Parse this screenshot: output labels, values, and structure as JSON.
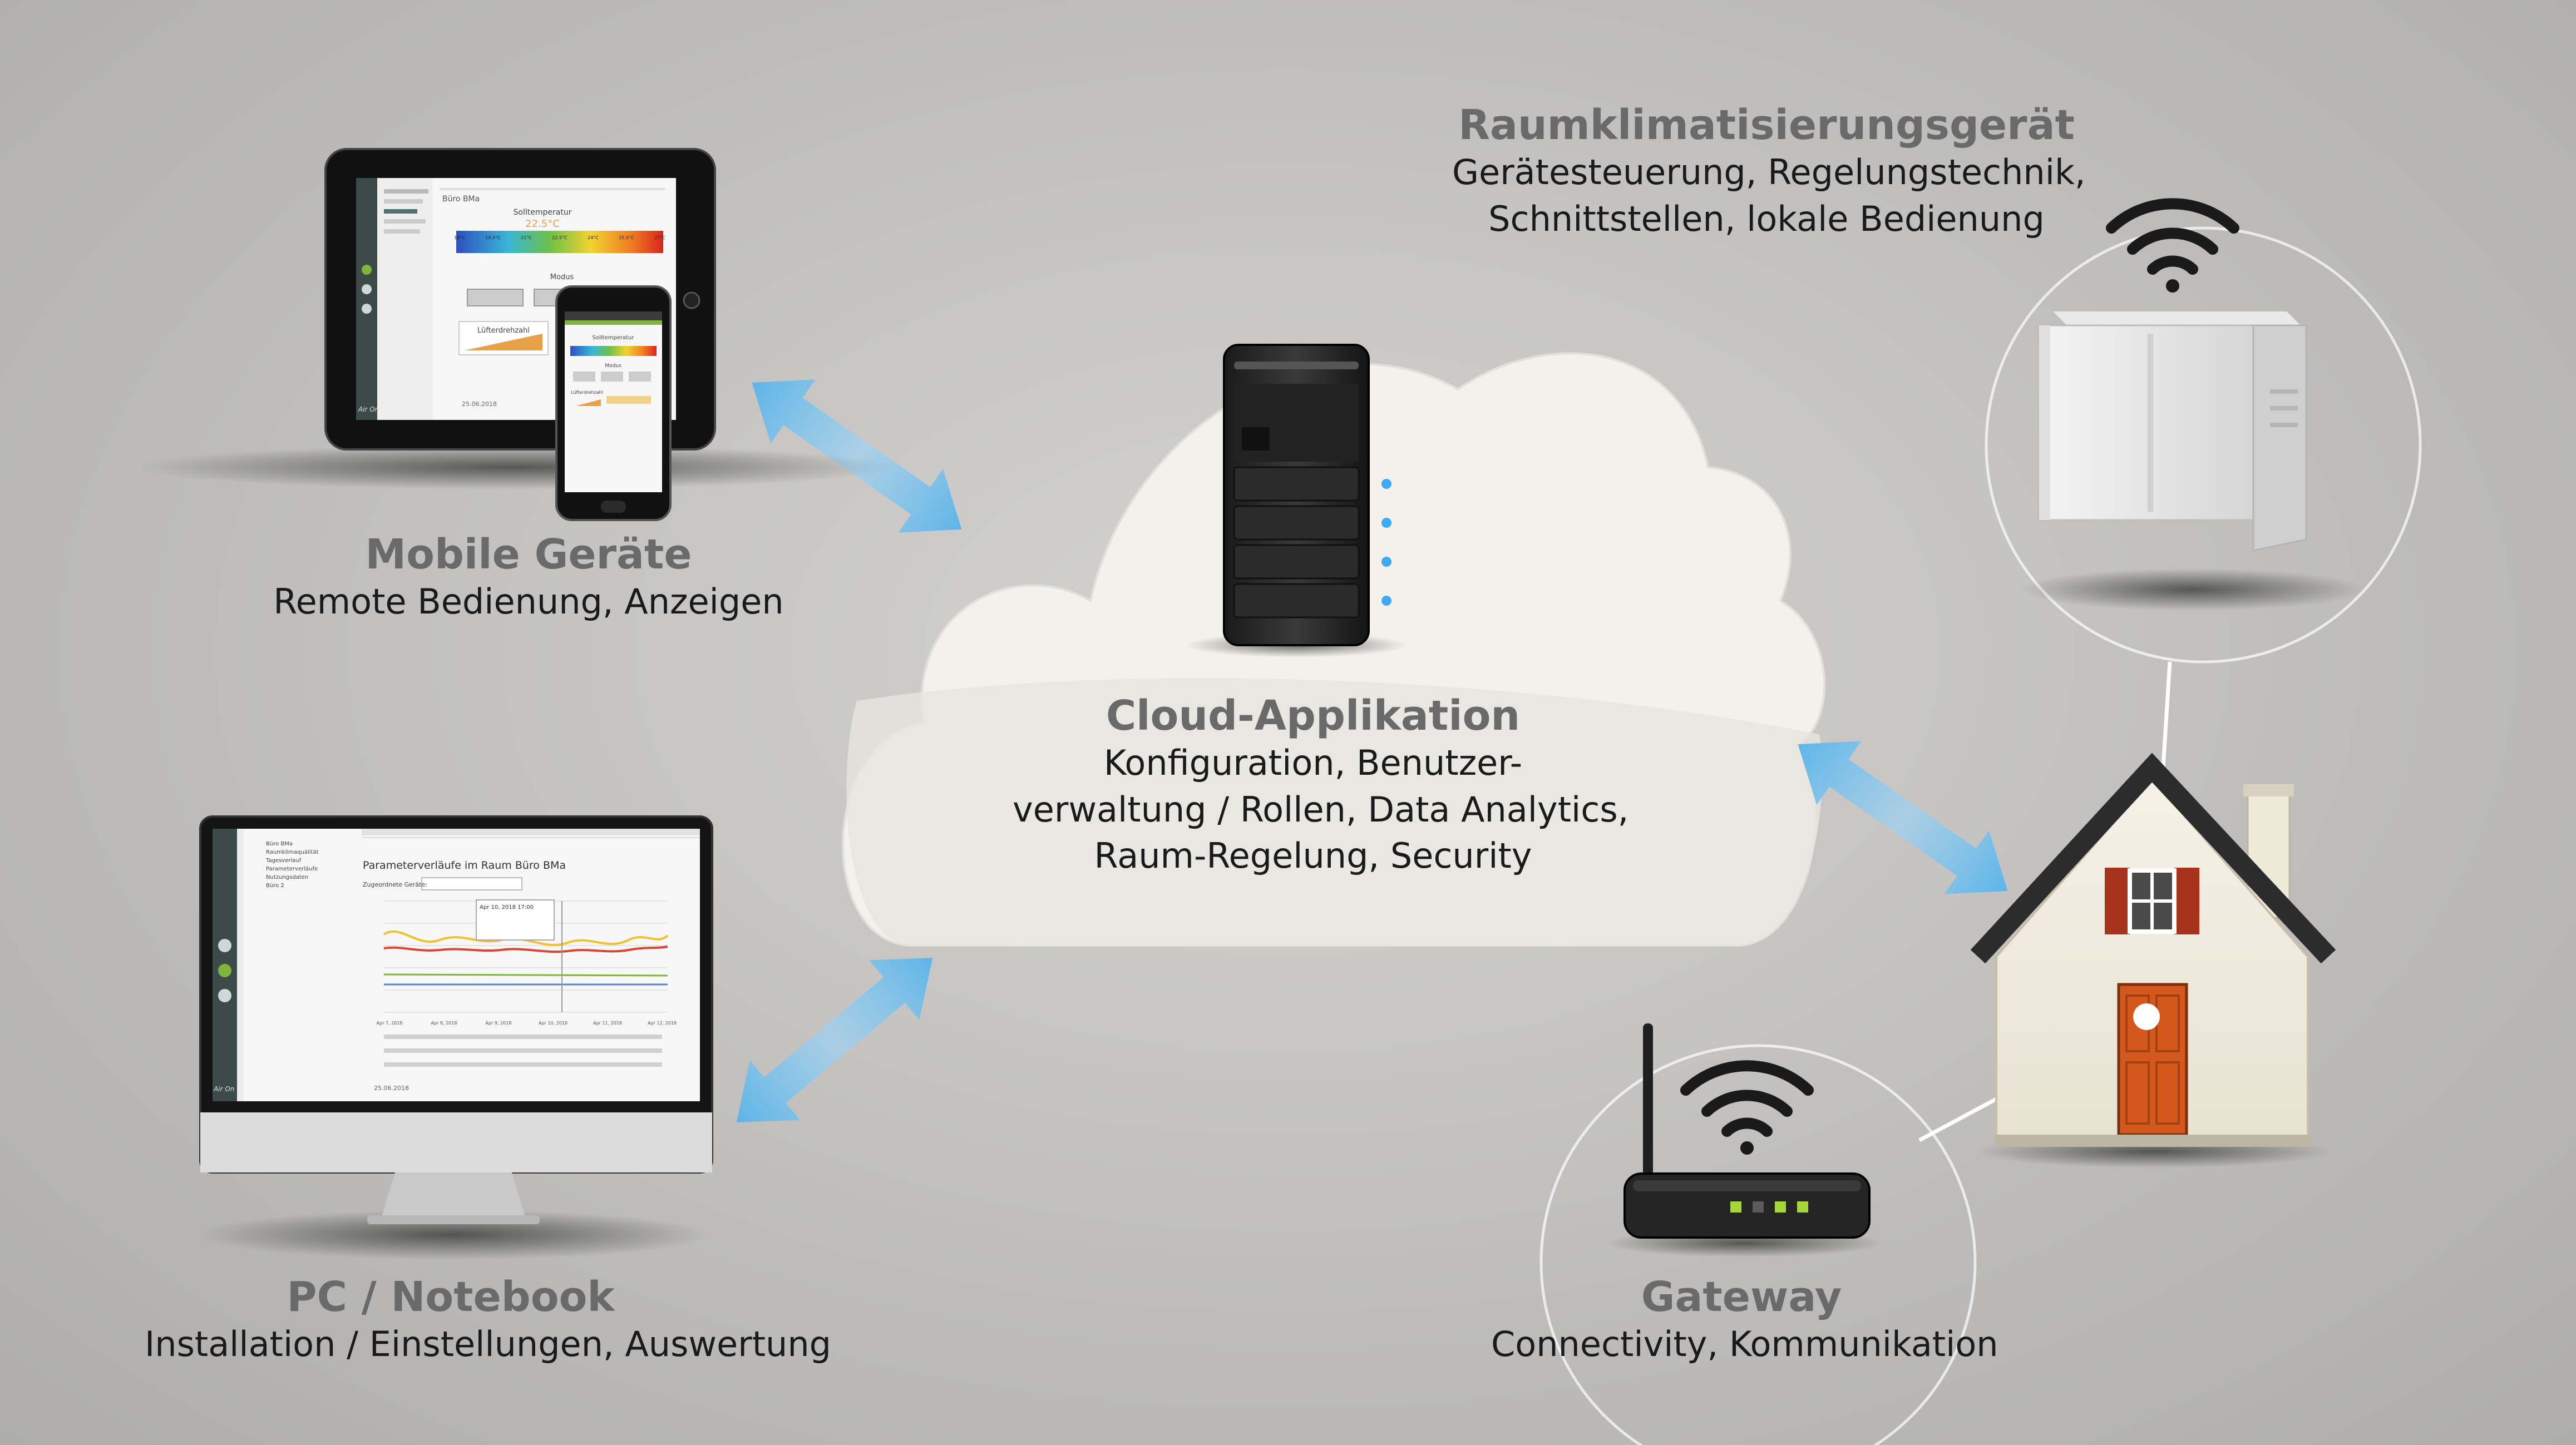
{
  "nodes": {
    "mobile": {
      "title": "Mobile Geräte",
      "subtitle": "Remote Bedienung, Anzeigen"
    },
    "pc": {
      "title": "PC / Notebook",
      "subtitle": "Installation / Einstellungen, Auswertung"
    },
    "cloud": {
      "title": "Cloud-Applikation",
      "subtitle_lines": [
        "Konfiguration, Benutzer-",
        "verwaltung / Rollen, Data Analytics,",
        "Raum-Regelung, Security"
      ]
    },
    "climate_unit": {
      "title": "Raumklimatisierungsgerät",
      "subtitle_lines": [
        "Gerätesteuerung, Regelungstechnik,",
        "Schnittstellen, lokale Bedienung"
      ]
    },
    "gateway": {
      "title": "Gateway",
      "subtitle": "Connectivity, Kommunikation"
    }
  },
  "screens": {
    "tablet": {
      "heading": "Büro BMa",
      "setpoint_label": "Solltemperatur",
      "setpoint_value": "22.5°C",
      "scale_ticks": [
        "18°C",
        "19.5°C",
        "21°C",
        "22.5°C",
        "24°C",
        "25.5°C",
        "27°C"
      ],
      "mode_label": "Modus",
      "fan_label": "Lüfterdrehzahl",
      "date": "25.06.2018",
      "logo": "Air On"
    },
    "phone": {
      "setpoint_label": "Solltemperatur",
      "mode_label": "Modus",
      "fan_label": "Lüfterdrehzahl"
    },
    "desktop": {
      "nav_items": [
        "Büro BMa",
        "Raumklimaquälität",
        "Tagesverlauf",
        "Parameterverläufe",
        "Nutzungsdaten",
        "Büro 2"
      ],
      "heading": "Parameterverläufe im Raum Büro BMa",
      "device_label": "Zugeordnete Geräte:",
      "tooltip_date": "Apr 10, 2018 17:00",
      "date": "25.06.2018",
      "x_ticks": [
        "Apr 7, 2018",
        "Apr 8, 2018",
        "Apr 9, 2018",
        "Apr 10, 2018",
        "Apr 11, 2018",
        "Apr 12, 2018"
      ],
      "logo": "Air On"
    }
  },
  "colors": {
    "arrow": "#5cb4e8",
    "server_led": "#3fa9f5",
    "gateway_led": "#a5d63a",
    "door": "#d4581c",
    "shutter": "#a8331c"
  },
  "icons": [
    "wifi-icon",
    "wifi-icon",
    "server-icon",
    "router-icon",
    "house-icon",
    "climate-unit-icon"
  ]
}
